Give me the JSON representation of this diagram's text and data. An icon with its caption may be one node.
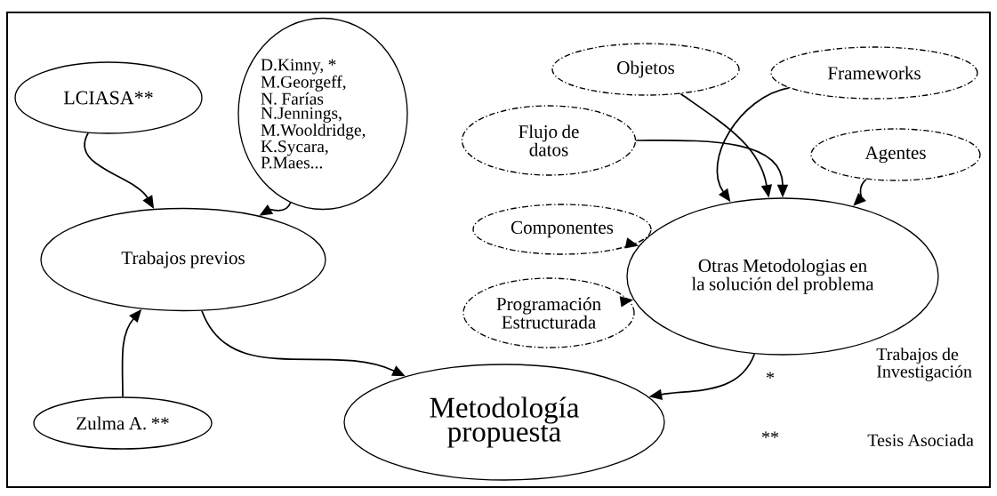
{
  "diagram": {
    "nodes": [
      {
        "text": [
          "LCIASA**"
        ]
      },
      {
        "text": [
          "D.Kinny, * M.Georgeff, N. Farías N.Jennings, M.Wooldridge, K.Sycara, P.Maes..."
        ]
      },
      {
        "text": [
          "Trabajos previos"
        ]
      },
      {
        "text": [
          "Objetos"
        ]
      },
      {
        "text": [
          "Frameworks"
        ]
      },
      {
        "text": [
          "Flujo de datos"
        ]
      },
      {
        "text": [
          "Agentes"
        ]
      },
      {
        "text": [
          "Componentes"
        ]
      },
      {
        "text": [
          "Otras Metodologias en la solución del problema"
        ]
      },
      {
        "text": [
          "Programación Estructurada"
        ]
      },
      {
        "text": [
          "Zulma A. **"
        ]
      },
      {
        "text": [
          "Metodología propuesta"
        ]
      }
    ],
    "edges": [
      {
        "from": 0,
        "to": 2,
        "arrow": "to"
      },
      {
        "from": 1,
        "to": 2,
        "arrow": "to"
      },
      {
        "from": 10,
        "to": 2,
        "arrow": "to"
      },
      {
        "from": 2,
        "to": 11,
        "arrow": "to"
      },
      {
        "from": 8,
        "to": 11,
        "arrow": "to"
      },
      {
        "from": 3,
        "to": 8,
        "arrow": "to"
      },
      {
        "from": 4,
        "to": 8,
        "arrow": "to"
      },
      {
        "from": 5,
        "to": 8,
        "arrow": "to"
      },
      {
        "from": 6,
        "to": 8,
        "arrow": "to"
      },
      {
        "from": 7,
        "to": 8,
        "arrow": "to"
      },
      {
        "from": 9,
        "to": 8,
        "arrow": "to"
      }
    ],
    "labels": [
      "*",
      "Trabajos de Investigación",
      "**",
      "Tesis Asociada"
    ]
  }
}
